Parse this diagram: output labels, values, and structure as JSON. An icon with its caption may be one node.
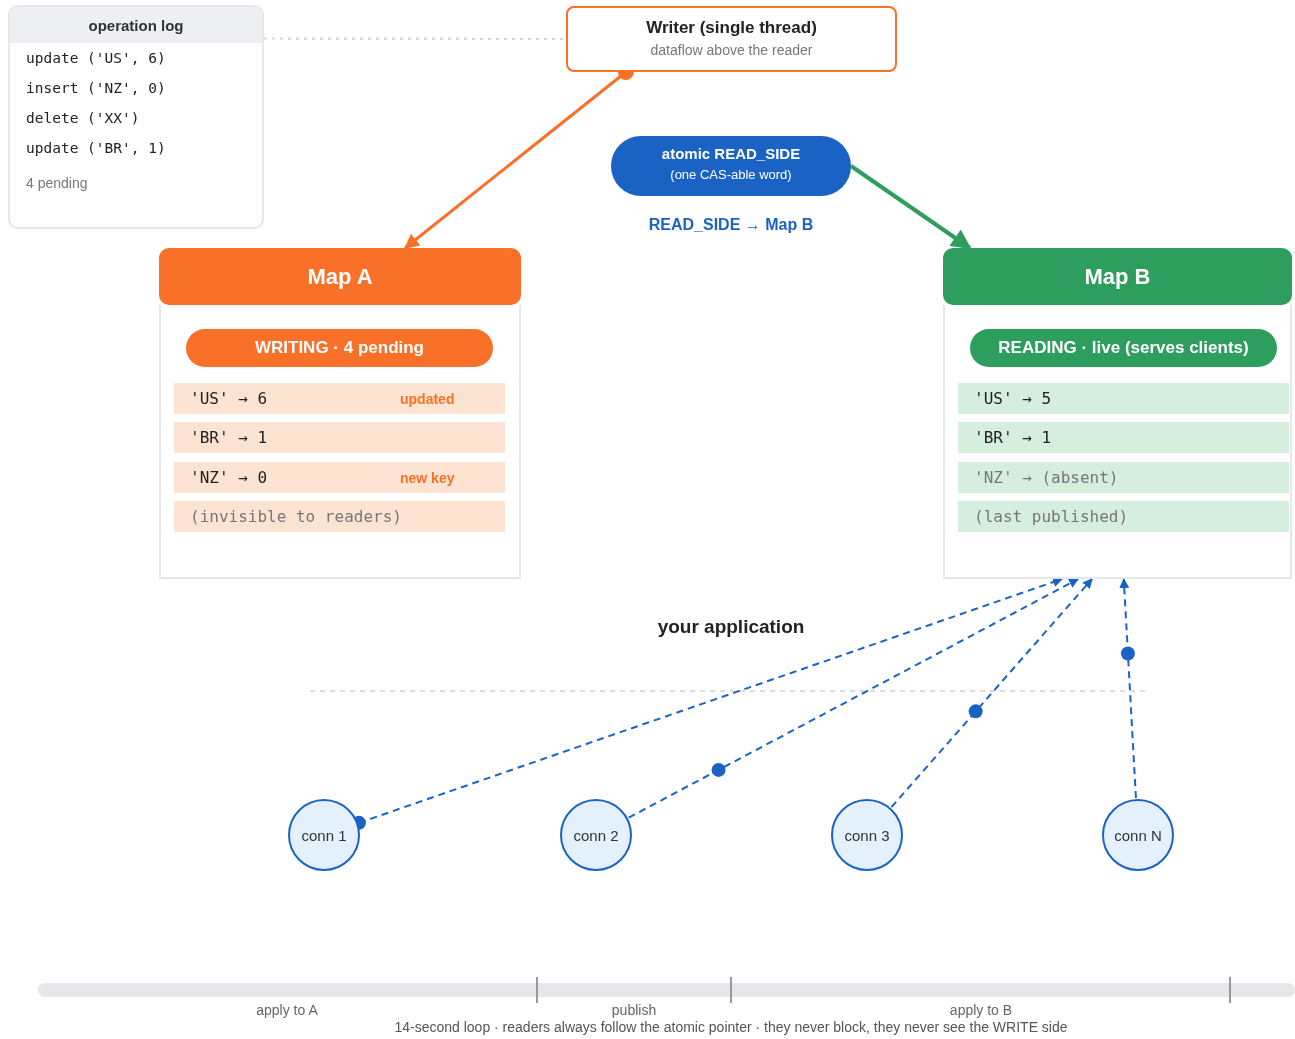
{
  "diagram": {
    "caption": "14-second loop · readers always follow the atomic pointer · they never block, they never see the WRITE side",
    "nodes": [
      {
        "text": [
          "operation log",
          "update ('US', 6)",
          "insert ('NZ', 0)",
          "delete ('XX')",
          "update ('BR', 1)",
          "4 pending"
        ]
      },
      {
        "text": [
          "Writer (single thread)",
          "dataflow above the reader"
        ]
      },
      {
        "text": [
          "atomic READ_SIDE",
          "(one CAS-able word)"
        ]
      },
      {
        "text": [
          "Map A"
        ]
      },
      {
        "text": [
          "WRITING · 4 pending"
        ],
        "in": 3
      },
      {
        "text": [
          "'US' → 6",
          "updated"
        ],
        "in": 3
      },
      {
        "text": [
          "'BR' → 1"
        ],
        "in": 3
      },
      {
        "text": [
          "'NZ' → 0",
          "new key"
        ],
        "in": 3
      },
      {
        "text": [
          "(invisible to readers)"
        ],
        "in": 3
      },
      {
        "text": [
          "Map B"
        ]
      },
      {
        "text": [
          "READING · live (serves clients)"
        ],
        "in": 9
      },
      {
        "text": [
          "'US' → 5"
        ],
        "in": 9
      },
      {
        "text": [
          "'BR' → 1"
        ],
        "in": 9
      },
      {
        "text": [
          "'NZ' → (absent)"
        ],
        "in": 9
      },
      {
        "text": [
          "(last published)"
        ],
        "in": 9
      },
      {
        "text": [
          "conn 1"
        ]
      },
      {
        "text": [
          "conn 2"
        ]
      },
      {
        "text": [
          "conn 3"
        ]
      },
      {
        "text": [
          "conn N"
        ]
      }
    ],
    "edges": [
      {
        "from": 0,
        "to": 1,
        "arrow": "none",
        "style": "dashed",
        "color": "#d4d4d8"
      },
      {
        "from": 1,
        "to": 3,
        "arrow": "to",
        "color": "#f97028"
      },
      {
        "from": 2,
        "to": 9,
        "arrow": "to",
        "style": "thick",
        "color": "#2e9e5e"
      },
      {
        "from": 15,
        "to": 9,
        "arrow": "to",
        "style": "dashed"
      },
      {
        "from": 16,
        "to": 9,
        "arrow": "to",
        "style": "dashed"
      },
      {
        "from": 17,
        "to": 9,
        "arrow": "to",
        "style": "dashed"
      },
      {
        "from": 18,
        "to": 9,
        "arrow": "to",
        "style": "dashed"
      }
    ],
    "labels": [
      "READ_SIDE → Map B",
      "your application",
      "apply to A",
      "publish",
      "apply to B"
    ]
  }
}
